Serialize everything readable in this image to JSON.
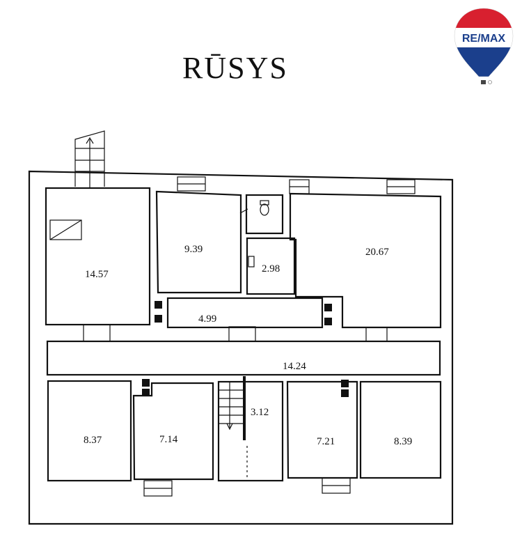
{
  "title": "RŪSYS",
  "logo": {
    "text": "RE/MAX",
    "colors": {
      "red": "#d8202f",
      "blue": "#1b3f8c",
      "white": "#ffffff"
    }
  },
  "rooms": [
    {
      "id": "r1",
      "area": "14.57"
    },
    {
      "id": "r2",
      "area": "9.39"
    },
    {
      "id": "r3",
      "area": "2.98"
    },
    {
      "id": "r4",
      "area": "20.67"
    },
    {
      "id": "r5",
      "area": "4.99"
    },
    {
      "id": "r6",
      "area": "14.24"
    },
    {
      "id": "r7",
      "area": "8.37"
    },
    {
      "id": "r8",
      "area": "7.14"
    },
    {
      "id": "r9",
      "area": "3.12"
    },
    {
      "id": "r10",
      "area": "7.21"
    },
    {
      "id": "r11",
      "area": "8.39"
    }
  ]
}
